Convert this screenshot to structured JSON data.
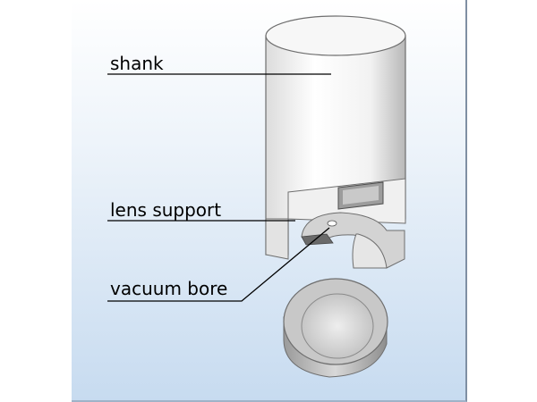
{
  "labels": {
    "shank": "shank",
    "lens_support": "lens support",
    "vacuum_bore": "vacuum bore"
  }
}
